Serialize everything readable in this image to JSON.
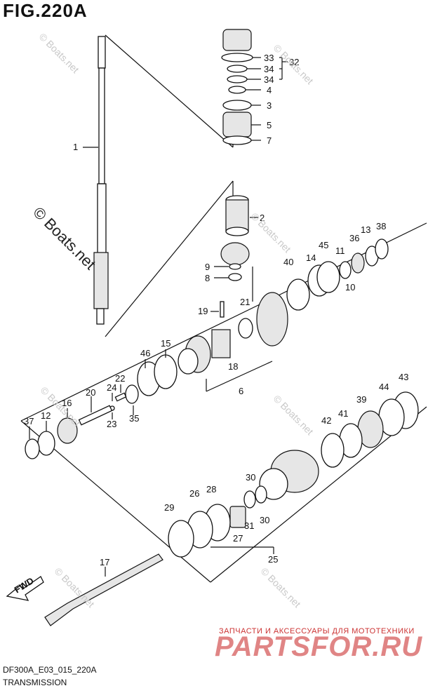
{
  "figure_title": "FIG.220A",
  "watermark": "© Boats.net",
  "watermark_small": "© Boats.net",
  "footer": {
    "code": "DF300A_E03_015_220A",
    "title": "TRANSMISSION"
  },
  "fwd_label": "FWD",
  "parts_site": {
    "caption": "ЗАПЧАСТИ И АКСЕССУАРЫ ДЛЯ МОТОТЕХНИКИ",
    "logo": "PARTSFOR.RU"
  },
  "callouts": {
    "c1": "1",
    "c2": "2",
    "c3": "3",
    "c4": "4",
    "c5": "5",
    "c6": "6",
    "c7": "7",
    "c8": "8",
    "c9": "9",
    "c10": "10",
    "c11": "11",
    "c12": "12",
    "c13": "13",
    "c14": "14",
    "c15": "15",
    "c16": "16",
    "c17": "17",
    "c18": "18",
    "c19": "19",
    "c20": "20",
    "c21": "21",
    "c22": "22",
    "c23": "23",
    "c24": "24",
    "c25": "25",
    "c26": "26",
    "c27": "27",
    "c28": "28",
    "c29": "29",
    "c30a": "30",
    "c30b": "30",
    "c31": "31",
    "c32": "32",
    "c33": "33",
    "c34a": "34",
    "c34b": "34",
    "c35": "35",
    "c36": "36",
    "c37": "37",
    "c38": "38",
    "c39": "39",
    "c40": "40",
    "c41": "41",
    "c42": "42",
    "c43": "43",
    "c44": "44",
    "c45": "45",
    "c46": "46"
  }
}
